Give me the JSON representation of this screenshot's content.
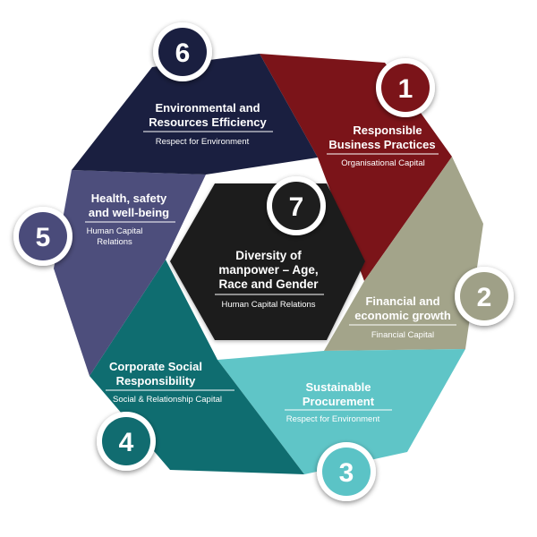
{
  "segments": [
    {
      "number": "1",
      "title_lines": [
        "Responsible",
        "Business Practices"
      ],
      "subtitle_lines": [
        "Organisational Capital"
      ],
      "color": "#7b1419",
      "badge_color": "#7b1419"
    },
    {
      "number": "2",
      "title_lines": [
        "Financial and",
        "economic growth"
      ],
      "subtitle_lines": [
        "Financial Capital"
      ],
      "color": "#a3a48a",
      "badge_color": "#9fa087"
    },
    {
      "number": "3",
      "title_lines": [
        "Sustainable",
        "Procurement"
      ],
      "subtitle_lines": [
        "Respect for Environment"
      ],
      "color": "#5fc5c7",
      "badge_color": "#5bc3c6"
    },
    {
      "number": "4",
      "title_lines": [
        "Corporate Social",
        "Responsibility"
      ],
      "subtitle_lines": [
        "Social & Relationship Capital"
      ],
      "color": "#0f6d70",
      "badge_color": "#116c70"
    },
    {
      "number": "5",
      "title_lines": [
        "Health, safety",
        "and well-being"
      ],
      "subtitle_lines": [
        "Human Capital",
        "Relations"
      ],
      "color": "#4d4e7c",
      "badge_color": "#4a4b7a"
    },
    {
      "number": "6",
      "title_lines": [
        "Environmental and",
        "Resources Efficiency"
      ],
      "subtitle_lines": [
        "Respect for Environment"
      ],
      "color": "#1a1f40",
      "badge_color": "#1a1f40"
    }
  ],
  "center": {
    "number": "7",
    "title_lines": [
      "Diversity of",
      "manpower – Age,",
      "Race and Gender"
    ],
    "subtitle_lines": [
      "Human Capital Relations"
    ],
    "color": "#1e1e1e",
    "badge_color": "#1e1e1e"
  }
}
